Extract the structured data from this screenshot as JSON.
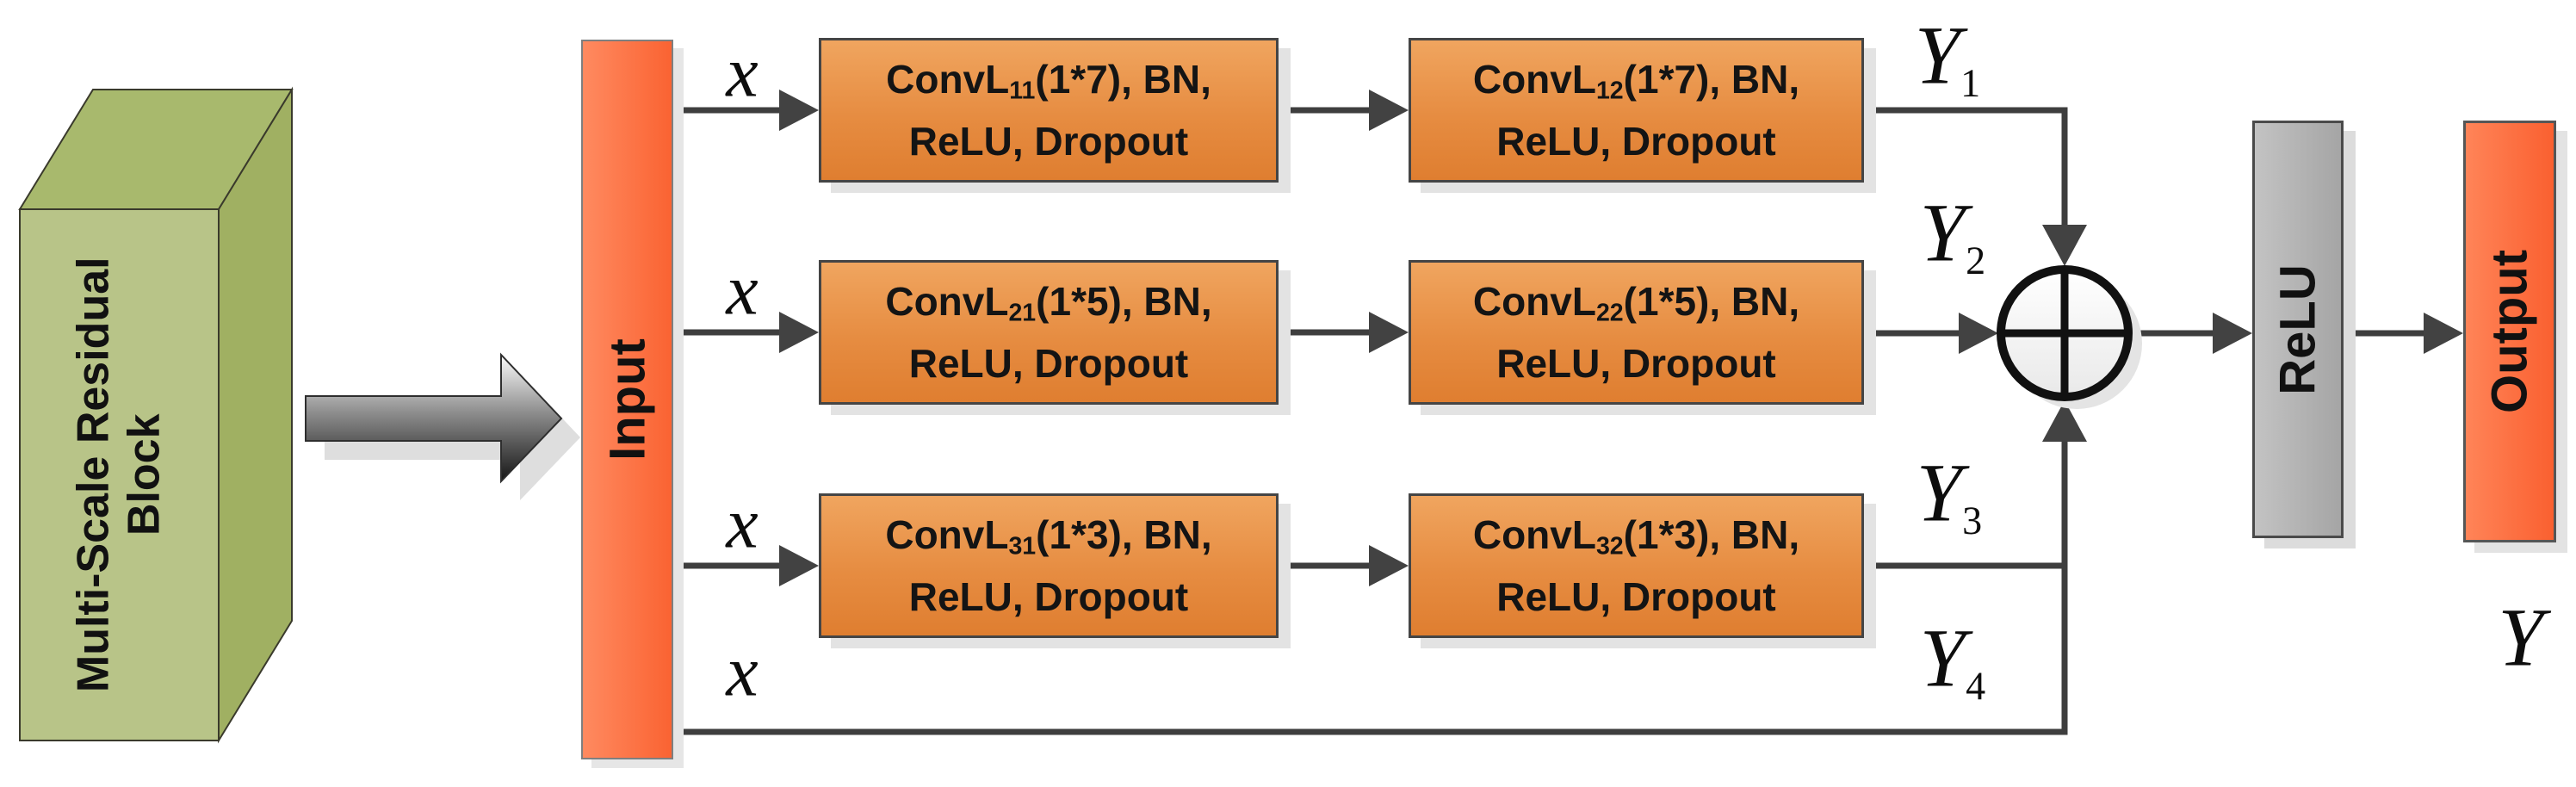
{
  "block": {
    "label_line1": "Multi-Scale Residual",
    "label_line2": "Block"
  },
  "input": {
    "label": "Input"
  },
  "branches": [
    {
      "x_label": "x",
      "conv1": {
        "prefix": "ConvL",
        "sub": "11",
        "suffix": "(1*7), BN,",
        "line2": "ReLU, Dropout"
      },
      "conv2": {
        "prefix": "ConvL",
        "sub": "12",
        "suffix": "(1*7), BN,",
        "line2": "ReLU, Dropout"
      },
      "y_label": {
        "base": "Y",
        "sub": "1"
      }
    },
    {
      "x_label": "x",
      "conv1": {
        "prefix": "ConvL",
        "sub": "21",
        "suffix": "(1*5), BN,",
        "line2": "ReLU, Dropout"
      },
      "conv2": {
        "prefix": "ConvL",
        "sub": "22",
        "suffix": "(1*5), BN,",
        "line2": "ReLU, Dropout"
      },
      "y_label": {
        "base": "Y",
        "sub": "2"
      }
    },
    {
      "x_label": "x",
      "conv1": {
        "prefix": "ConvL",
        "sub": "31",
        "suffix": "(1*3), BN,",
        "line2": "ReLU, Dropout"
      },
      "conv2": {
        "prefix": "ConvL",
        "sub": "32",
        "suffix": "(1*3), BN,",
        "line2": "ReLU, Dropout"
      },
      "y_label": {
        "base": "Y",
        "sub": "3"
      }
    },
    {
      "x_label": "x",
      "y_label": {
        "base": "Y",
        "sub": "4"
      }
    }
  ],
  "sum_node": {
    "operator": "+"
  },
  "relu": {
    "label": "ReLU"
  },
  "output": {
    "label": "Output"
  },
  "final_output": {
    "label": "Y"
  },
  "colors": {
    "block_front": "#b8c488",
    "block_top": "#a8b96d",
    "block_side": "#a0b062",
    "conv_gradient_top": "#f0a55f",
    "conv_gradient_bottom": "#df7e30",
    "input_gradient_left": "#ff8a60",
    "input_gradient_right": "#fa6332",
    "relu_gray": "#b5b5b5",
    "wire": "#3e3e3e"
  }
}
